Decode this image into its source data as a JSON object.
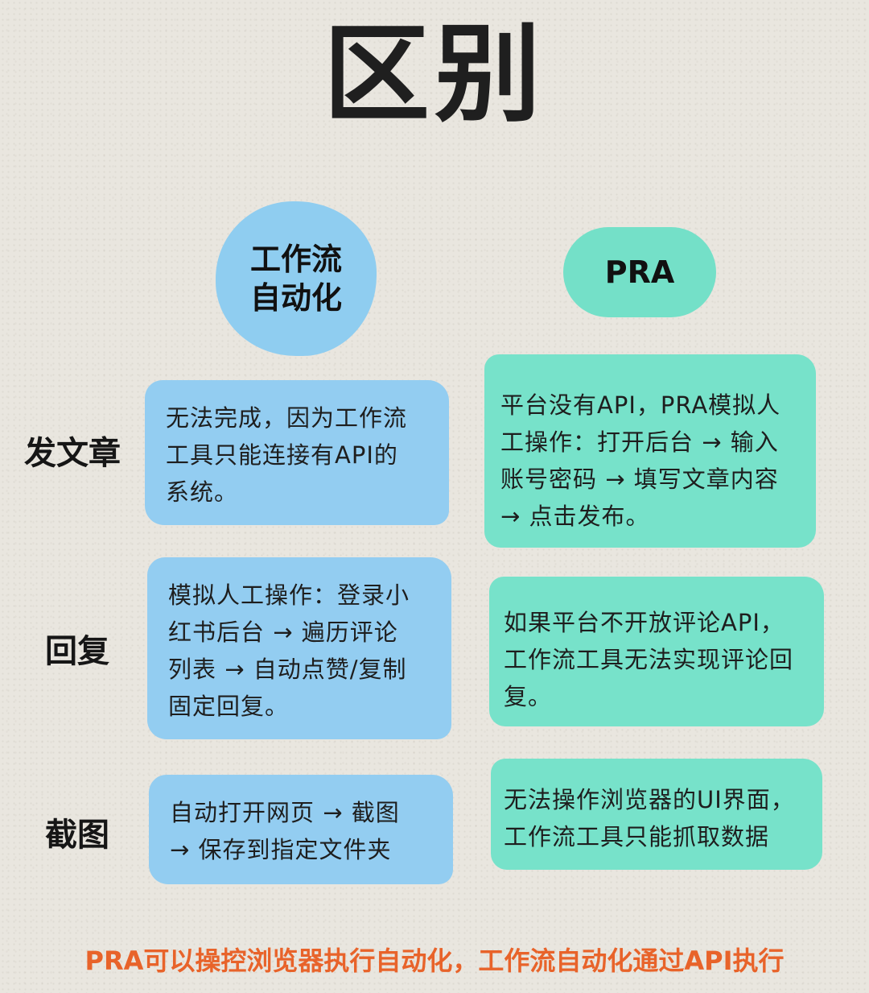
{
  "title": "区别",
  "columns": {
    "workflow": "工作流\n自动化",
    "workflow_line1": "工作流",
    "workflow_line2": "自动化",
    "pra": "PRA"
  },
  "rows": [
    {
      "label": "发文章",
      "workflow": [
        "无法完成，因为工作流",
        "工具只能连接有API的",
        "系统。"
      ],
      "pra": [
        "平台没有API，PRA模拟人",
        "工操作：打开后台 → 输入",
        "账号密码 → 填写文章内容",
        "→ 点击发布。"
      ]
    },
    {
      "label": "回复",
      "workflow": [
        "模拟人工操作：登录小",
        "红书后台 → 遍历评论",
        "列表 → 自动点赞/复制",
        "固定回复。"
      ],
      "pra": [
        "如果平台不开放评论API，",
        "工作流工具无法实现评论回",
        "复。"
      ]
    },
    {
      "label": "截图",
      "workflow": [
        "自动打开网页 → 截图",
        "→ 保存到指定文件夹"
      ],
      "pra": [
        "无法操作浏览器的UI界面，",
        "工作流工具只能抓取数据"
      ]
    }
  ],
  "footer": "PRA可以操控浏览器执行自动化，工作流自动化通过API执行",
  "colors": {
    "background": "#e9e6df",
    "workflow_blue": "#93cdf1",
    "pra_green": "#77e2ca",
    "footer_orange": "#e8632a"
  }
}
